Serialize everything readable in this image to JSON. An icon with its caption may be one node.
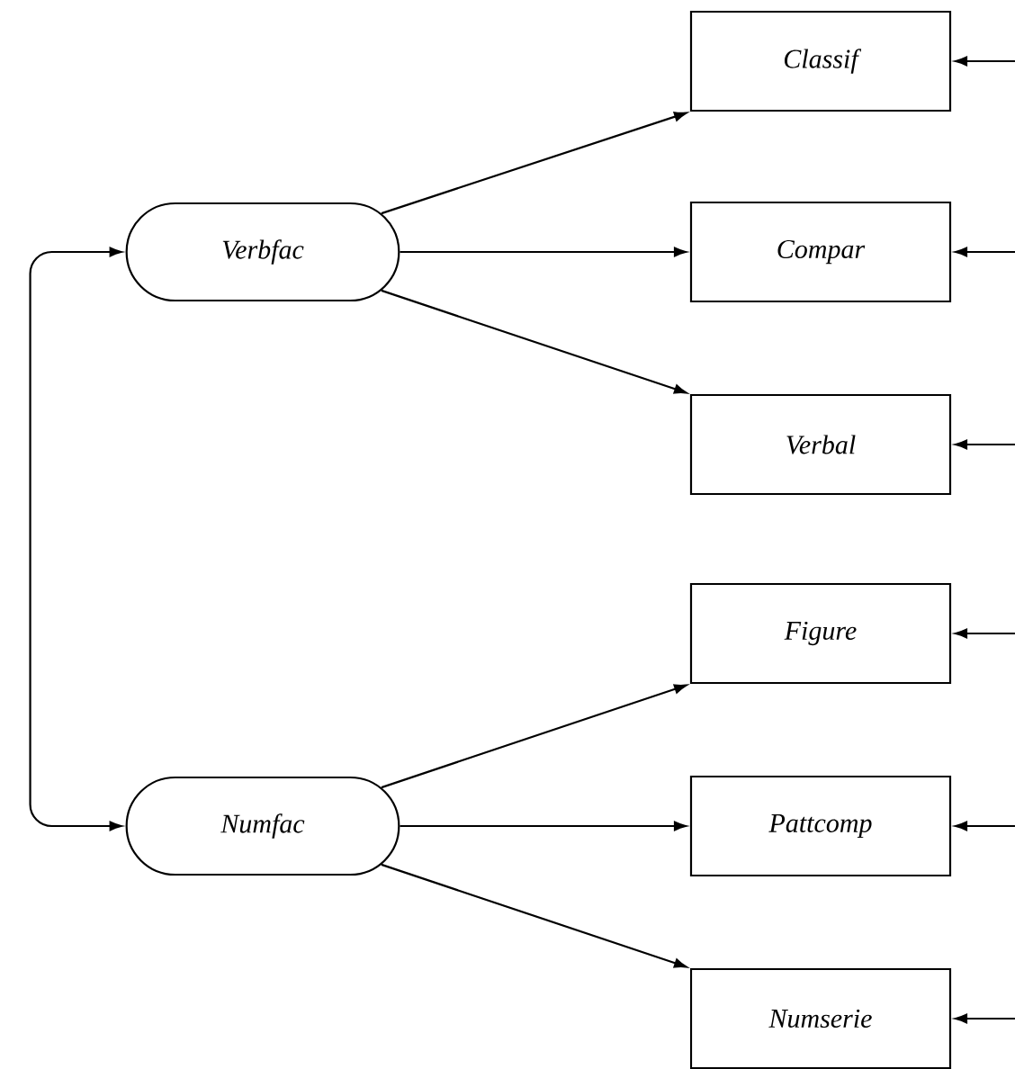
{
  "diagram": {
    "nodes": [
      {
        "text": [
          "Verbfac"
        ]
      },
      {
        "text": [
          "Numfac"
        ]
      },
      {
        "text": [
          "Classif"
        ]
      },
      {
        "text": [
          "Compar"
        ]
      },
      {
        "text": [
          "Verbal"
        ]
      },
      {
        "text": [
          "Figure"
        ]
      },
      {
        "text": [
          "Pattcomp"
        ]
      },
      {
        "text": [
          "Numserie"
        ]
      }
    ],
    "edges": [
      {
        "from": 0,
        "to": 1,
        "arrow": "both"
      },
      {
        "from": 0,
        "to": 2,
        "arrow": "to"
      },
      {
        "from": 0,
        "to": 3,
        "arrow": "to"
      },
      {
        "from": 0,
        "to": 4,
        "arrow": "to"
      },
      {
        "from": 1,
        "to": 5,
        "arrow": "to"
      },
      {
        "from": 1,
        "to": 6,
        "arrow": "to"
      },
      {
        "from": 1,
        "to": 7,
        "arrow": "to"
      },
      {
        "from": null,
        "to": 2,
        "arrow": "to"
      },
      {
        "from": null,
        "to": 3,
        "arrow": "to"
      },
      {
        "from": null,
        "to": 4,
        "arrow": "to"
      },
      {
        "from": null,
        "to": 5,
        "arrow": "to"
      },
      {
        "from": null,
        "to": 6,
        "arrow": "to"
      },
      {
        "from": null,
        "to": 7,
        "arrow": "to"
      }
    ]
  }
}
